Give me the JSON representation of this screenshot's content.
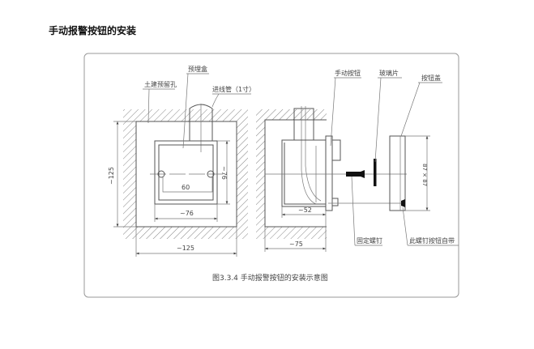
{
  "title": "手动报警按钮的安装",
  "caption": "图3.3.4  手动报警按钮的安装示意图",
  "left_view": {
    "labels": {
      "reserved_hole": "土建预留孔",
      "embedded_box": "预埋盒",
      "conduit": "进线管（1寸）"
    },
    "dims": {
      "hole_spacing": "60",
      "box_height": "~76",
      "box_width": "~76",
      "hole_height": "~125",
      "hole_width": "~125"
    }
  },
  "right_view": {
    "labels": {
      "manual_button": "手动按钮",
      "glass": "玻璃片",
      "button_cover": "按钮盖",
      "fixing_screw": "固定螺钉",
      "screw_note": "此螺钉按钮自带"
    },
    "dims": {
      "box_depth": "~52",
      "hole_depth": "~75",
      "cover_size": "87 × 87"
    }
  }
}
